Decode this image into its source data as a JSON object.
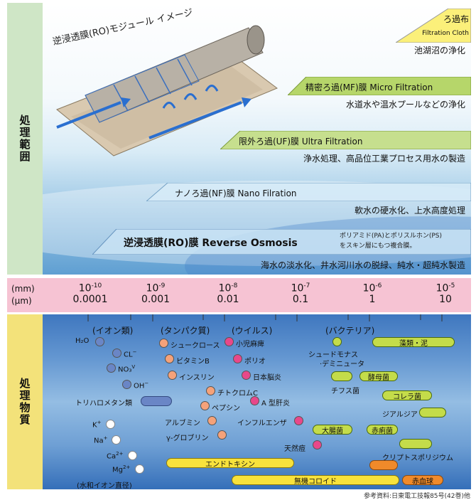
{
  "sidebar": {
    "top_label": "処理範囲",
    "bottom_label": "処理物質"
  },
  "module_caption": "逆浸透膜(RO)モジュール イメージ",
  "filtration": {
    "cloth": {
      "label": "ろ過布",
      "sub": "Filtration Cloth",
      "desc": "池湖沼の浄化"
    },
    "mf": {
      "label": "精密ろ過(MF)膜 Micro Filtration",
      "desc": "水道水や温水プールなどの浄化"
    },
    "uf": {
      "label": "限外ろ過(UF)膜 Ultra Filtration",
      "desc": "浄水処理、高品位工業プロセス用水の製造"
    },
    "nf": {
      "label": "ナノろ過(NF)膜 Nano Filration",
      "desc": "軟水の硬水化、上水高度処理"
    },
    "ro": {
      "label": "逆浸透膜(RO)膜 Reverse Osmosis",
      "note_line1": "ポリアミド(PA)とポリスルホン(PS)",
      "note_line2": "をスキン層にもつ複合膜。",
      "desc": "海水の淡水化、井水河川水の脱緑、純水・超純水製造"
    }
  },
  "scale": {
    "unit_mm": "(mm)",
    "unit_um": "(μm)",
    "ticks": [
      {
        "base": "10",
        "exp": "-10",
        "um": "0.0001"
      },
      {
        "base": "10",
        "exp": "-9",
        "um": "0.001"
      },
      {
        "base": "10",
        "exp": "-8",
        "um": "0.01"
      },
      {
        "base": "10",
        "exp": "-7",
        "um": "0.1"
      },
      {
        "base": "10",
        "exp": "-6",
        "um": "1"
      },
      {
        "base": "10",
        "exp": "-5",
        "um": "10"
      }
    ]
  },
  "categories": {
    "ions": "(イオン類)",
    "proteins": "(タンパク質)",
    "viruses": "(ウイルス)",
    "bacteria": "(バクテリア)"
  },
  "substances": {
    "h2o": "H₂O",
    "cl": "CL",
    "cl_sup": "−",
    "no3": "NO₃",
    "no3_sup": "V",
    "oh": "OH",
    "oh_sup": "−",
    "trihalo": "トリハロメタン類",
    "k": "K",
    "k_sup": "+",
    "na": "Na",
    "na_sup": "+",
    "ca": "Ca",
    "ca_sup": "2+",
    "mg": "Mg",
    "mg_sup": "2+",
    "hydrated": "(水和イオン直径)",
    "sucrose": "シュークロース",
    "vitb": "ビタミンB",
    "insulin": "インスリン",
    "cytochrome": "チトクロムC",
    "pepsin": "ペプシン",
    "albumin": "アルブミン",
    "globulin": "γ-グロブリン",
    "polio_child": "小児麻痺",
    "polio": "ポリオ",
    "encephalitis": "日本脳炎",
    "hepatitis": "A 型肝炎",
    "influenza": "インフルエンザ",
    "smallpox": "天然痘",
    "pseudomonas": "シュードモナス",
    "diminuta": "·デミニュータ",
    "algae": "藻類・泥",
    "yeast": "酵母菌",
    "typhoid": "チフス菌",
    "cholera": "コレラ菌",
    "giardia": "ジアルジア",
    "ecoli": "大腸菌",
    "dysentery": "赤痢菌",
    "crypto": "クリプトスポリジウム",
    "endotoxin": "エンドトキシン",
    "colloid": "無機コロイド",
    "rbc": "赤血球"
  },
  "footer": "参考資料:日東電工技報85号(42巻)他",
  "colors": {
    "green_banner": "#b6d66a",
    "cloth_yellow": "#fbf07a",
    "blue_banner": "#c9e3f5",
    "pink_band": "#f6c3d3",
    "protein_dot": "#f5a27a",
    "virus_dot": "#e8488a",
    "bacteria_pill": "#c4dc4a",
    "endotoxin_pill": "#f8e23c",
    "rbc_pill": "#f08a2a",
    "ion_pill": "#6a86c6"
  }
}
